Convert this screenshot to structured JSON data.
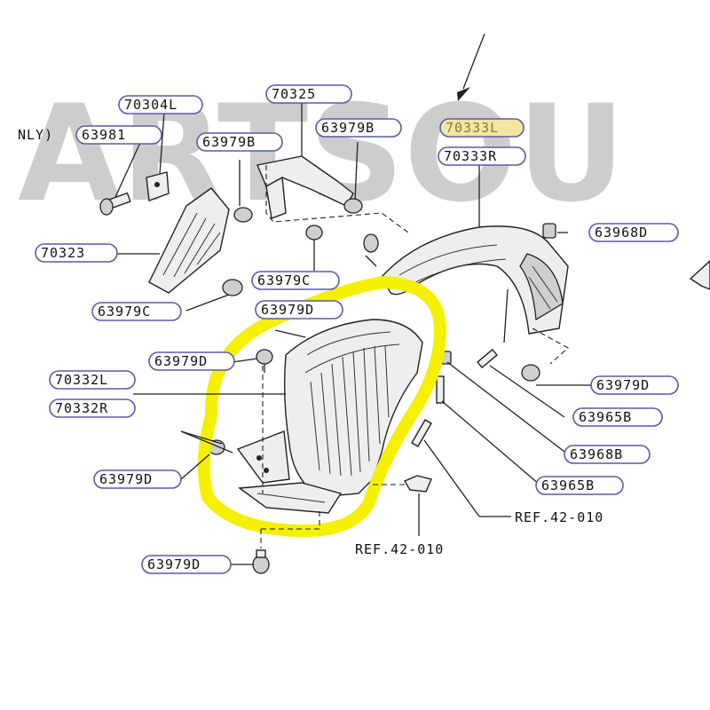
{
  "watermark": {
    "text": "ARTSOU",
    "color": "#bdbdbd"
  },
  "colors": {
    "highlight": "#f5f000",
    "tag_border": "#5a5aa8",
    "highlight_tag_fill": "#f3e6a0"
  },
  "partial_label": "NLY)",
  "labels": {
    "l70304": "70304L",
    "l63981": "63981",
    "l70325": "70325",
    "l63979b_left": "63979B",
    "l63979b_right": "63979B",
    "l70333l": "70333L",
    "l70333r": "70333R",
    "l70323": "70323",
    "l63968d": "63968D",
    "l63979c_mid": "63979C",
    "l63979c_left": "63979C",
    "l63979d_top": "63979D",
    "l63979d_left": "63979D",
    "l70332l": "70332L",
    "l70332r": "70332R",
    "l63979d_right": "63979D",
    "l63965b_top": "63965B",
    "l63968b": "63968B",
    "l63979d_lower": "63979D",
    "l63965b_low": "63965B",
    "ref_right": "REF.42-010",
    "ref_bottom": "REF.42-010",
    "l63979d_bottom": "63979D"
  },
  "icons": {
    "pointer": "arrow-down-icon",
    "clip": "clip-fastener-icon",
    "screw": "screw-icon",
    "nut": "nut-icon"
  }
}
